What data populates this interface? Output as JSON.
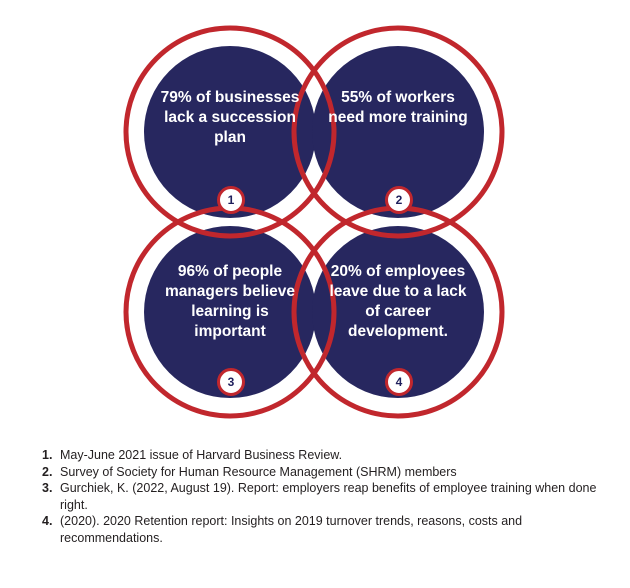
{
  "colors": {
    "circle_fill": "#27275f",
    "ring": "#c1272d",
    "text": "#ffffff",
    "footnote_text": "#231f20"
  },
  "stats": [
    {
      "number": "1",
      "text": "79% of businesses lack a succession plan"
    },
    {
      "number": "2",
      "text": "55% of workers need more training"
    },
    {
      "number": "3",
      "text": "96% of people managers believe learning is important"
    },
    {
      "number": "4",
      "text": "20% of employees leave due to a lack of career development."
    }
  ],
  "footnotes": [
    {
      "number": "1.",
      "text": "May-June 2021 issue of Harvard Business Review."
    },
    {
      "number": "2.",
      "text": "Survey of Society for Human Resource Management (SHRM) members"
    },
    {
      "number": "3.",
      "text": "Gurchiek, K. (2022, August 19). Report: employers reap benefits of employee training when done right."
    },
    {
      "number": "4.",
      "text": "(2020). 2020 Retention report: Insights on 2019 turnover trends, reasons, costs and recommendations."
    }
  ]
}
